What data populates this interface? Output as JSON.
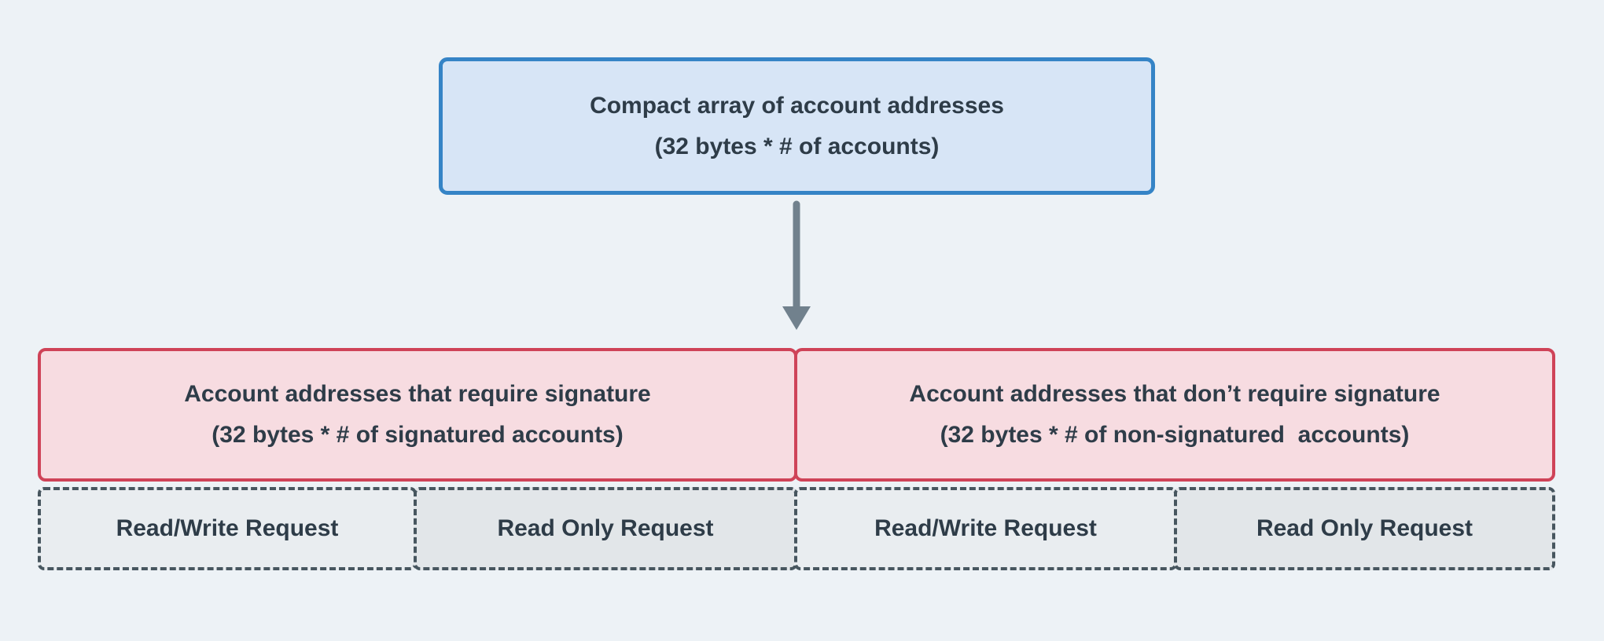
{
  "colors": {
    "background": "#edf2f6",
    "text": "#2e3c48",
    "blue-fill": "#d7e5f6",
    "blue-border": "#3584c6",
    "red-fill": "#f7dce1",
    "red-border": "#cf4358",
    "gray-fill-light": "#e9edf0",
    "gray-fill-dark": "#e2e6e9",
    "dash-border": "#47565f",
    "arrow": "#71818d"
  },
  "diagram": {
    "top_box": {
      "line1": "Compact array of account addresses",
      "line2": "(32 bytes * # of accounts)"
    },
    "arrow_icon": "down-arrow",
    "signature_box": {
      "line1": "Account addresses that require signature",
      "line2": "(32 bytes * # of signatured accounts)"
    },
    "non_signature_box": {
      "line1": "Account addresses that don’t require signature",
      "line2": "(32 bytes * # of non-signatured  accounts)"
    },
    "request_boxes": [
      {
        "label": "Read/Write Request"
      },
      {
        "label": "Read Only Request"
      },
      {
        "label": "Read/Write Request"
      },
      {
        "label": "Read Only Request"
      }
    ]
  }
}
